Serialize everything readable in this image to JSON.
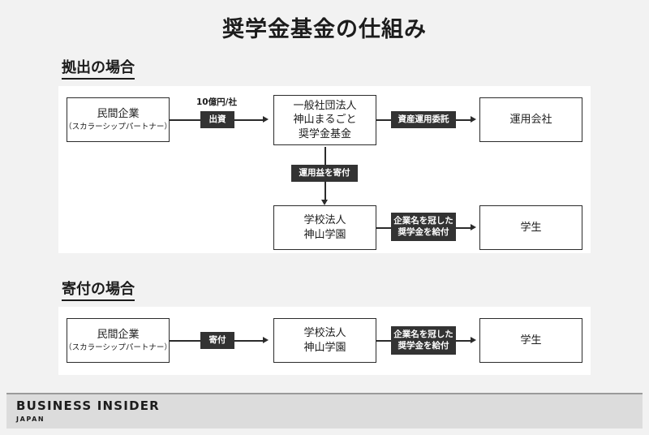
{
  "page": {
    "title": "奨学金基金の仕組み",
    "background_color": "#f2f2f2",
    "panel_color": "#ffffff",
    "accent_color": "#333333",
    "line_color": "#2b2b2b"
  },
  "sections": [
    {
      "heading": "拠出の場合",
      "boxes": {
        "company": {
          "main": "民間企業",
          "sub": "（スカラーシップパートナー）"
        },
        "foundation": {
          "line1": "一般社団法人",
          "line2": "神山まるごと",
          "line3": "奨学金基金"
        },
        "asset_manager": {
          "main": "運用会社"
        },
        "school": {
          "line1": "学校法人",
          "line2": "神山学園"
        },
        "student": {
          "main": "学生"
        }
      },
      "labels": {
        "amount_note": "10億円/社",
        "investment": "出資",
        "asset_trust": "資産運用委託",
        "donate_return": "運用益を寄付",
        "scholarship_line1": "企業名を冠した",
        "scholarship_line2": "奨学金を給付"
      }
    },
    {
      "heading": "寄付の場合",
      "boxes": {
        "company": {
          "main": "民間企業",
          "sub": "（スカラーシップパートナー）"
        },
        "school": {
          "line1": "学校法人",
          "line2": "神山学園"
        },
        "student": {
          "main": "学生"
        }
      },
      "labels": {
        "donation": "寄付",
        "scholarship_line1": "企業名を冠した",
        "scholarship_line2": "奨学金を給付"
      }
    }
  ],
  "footer": {
    "brand": "BUSINESS INSIDER",
    "edition": "JAPAN"
  }
}
